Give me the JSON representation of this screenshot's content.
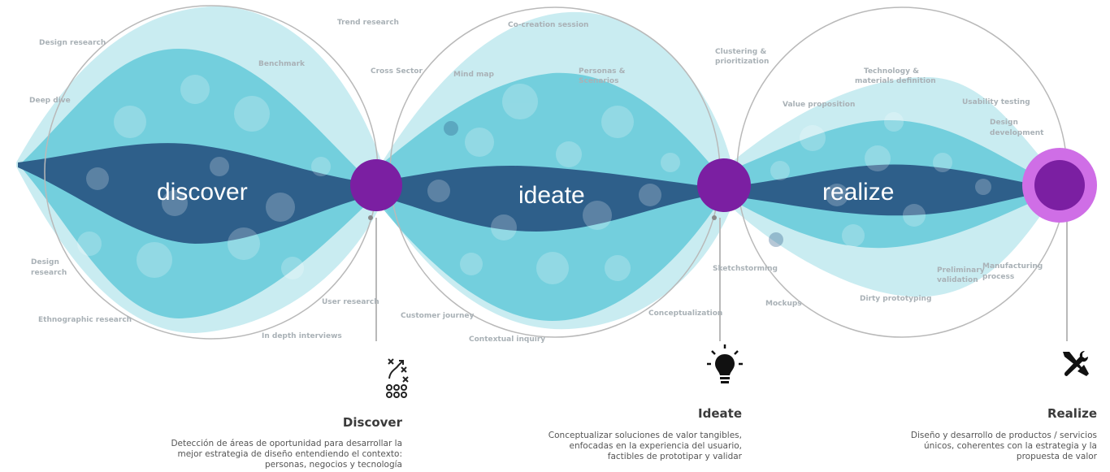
{
  "stages": [
    {
      "big_label": "discover",
      "title": "Discover",
      "description_lines": [
        "Detección de áreas de oportunidad para desarrollar la",
        "mejor estrategia de diseño entendiendo el contexto:",
        "personas, negocios y tecnología"
      ],
      "icon": "strategy-play-icon",
      "methods": [
        "Trend research",
        "Design research",
        "Benchmark",
        "Cross Sector",
        "Deep dive",
        "Design research",
        "User research",
        "Ethnographic research",
        "In depth interviews"
      ]
    },
    {
      "big_label": "ideate",
      "title": "Ideate",
      "description_lines": [
        "Conceptualizar soluciones de valor tangibles,",
        "enfocadas en la experiencia del usuario,",
        "factibles de prototipar y validar"
      ],
      "icon": "lightbulb-icon",
      "methods": [
        "Co-creation session",
        "Mind map",
        "Personas & Scenarios",
        "Customer journey",
        "Contextual inquiry",
        "Conceptualization"
      ]
    },
    {
      "big_label": "realize",
      "title": "Realize",
      "description_lines": [
        "Diseño y desarrollo de productos / servicios",
        "únicos, coherentes con la estrategia y la",
        "propuesta de valor"
      ],
      "icon": "tools-icon",
      "methods": [
        "Clustering & prioritization",
        "Technology & materials definition",
        "Value proposition",
        "Usability testing",
        "Design development",
        "Sketchstorming",
        "Manufacturing process",
        "Preliminary validation",
        "Mockups",
        "Dirty prototyping"
      ]
    }
  ],
  "colors": {
    "outer_band": "#bfe9ee",
    "mid_band": "#55c6d5",
    "core_band": "#2e5f8a",
    "milestone": "#7b1fa2",
    "final_ring": "#cf6ee6",
    "final_core": "#7b1fa2",
    "circle_stroke": "#b9b9b9",
    "method_text": "#a9b1b6"
  }
}
